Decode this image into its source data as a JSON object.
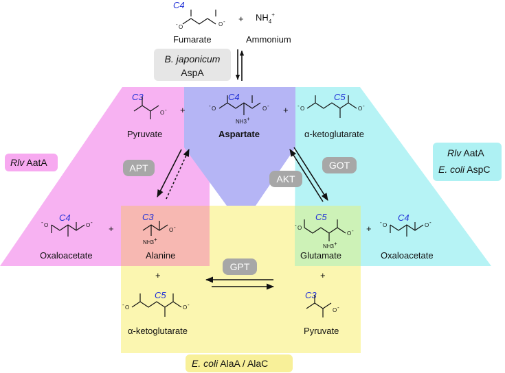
{
  "top": {
    "fumarate_label": "Fumarate",
    "fumarate_carbon": "C4",
    "plus": "+",
    "ammonium_label": "Ammonium",
    "ammonium_formula": "NH",
    "ammonium_sub": "4",
    "ammonium_sup": "+"
  },
  "aspa_box": {
    "organism": "B. japonicum",
    "enzyme": "AspA"
  },
  "upper_row": {
    "pyruvate": {
      "label": "Pyruvate",
      "carbon": "C3"
    },
    "aspartate": {
      "label": "Aspartate",
      "carbon": "C4",
      "amine": "NH3",
      "amine_sup": "+"
    },
    "akg": {
      "label": "α-ketoglutarate",
      "carbon": "C5"
    },
    "plus1": "+",
    "plus2": "+"
  },
  "lower_row": {
    "oxaloacetate_left": {
      "label": "Oxaloacetate",
      "carbon": "C4"
    },
    "alanine": {
      "label": "Alanine",
      "carbon": "C3",
      "amine": "NH3",
      "amine_sup": "+"
    },
    "glutamate": {
      "label": "Glutamate",
      "carbon": "C5",
      "amine": "NH3",
      "amine_sup": "+"
    },
    "oxaloacetate_right": {
      "label": "Oxaloacetate",
      "carbon": "C4"
    },
    "plus_left": "+",
    "plus_right": "+"
  },
  "bottom_row": {
    "akg": {
      "label": "α-ketoglutarate",
      "carbon": "C5"
    },
    "pyruvate": {
      "label": "Pyruvate",
      "carbon": "C3"
    },
    "plus_left": "+",
    "plus_right": "+"
  },
  "pills": {
    "apt": "APT",
    "got": "GOT",
    "akt": "AKT",
    "gpt": "GPT"
  },
  "enzymes": {
    "rlv_aata_left": {
      "organism": "Rlv",
      "enzyme": " AatA"
    },
    "rlv_aata_right": {
      "organism": "Rlv",
      "enzyme": " AatA"
    },
    "ecoli_aspc": {
      "organism": "E. coli",
      "enzyme": " AspC"
    },
    "ecoli_alaa": {
      "organism": "E. coli",
      "enzyme": " AlaA / AlaC"
    }
  },
  "colors": {
    "magenta_region": "#f7b2f2",
    "blue_region": "#b5b5f5",
    "cyan_region": "#b6f3f5",
    "yellow_region": "#fbf6b0",
    "salmon_overlap": "#f7b8b2",
    "green_overlap": "#cdf2b7",
    "pill": "#a7a7a7",
    "carbon_label": "#1f2fd6"
  }
}
